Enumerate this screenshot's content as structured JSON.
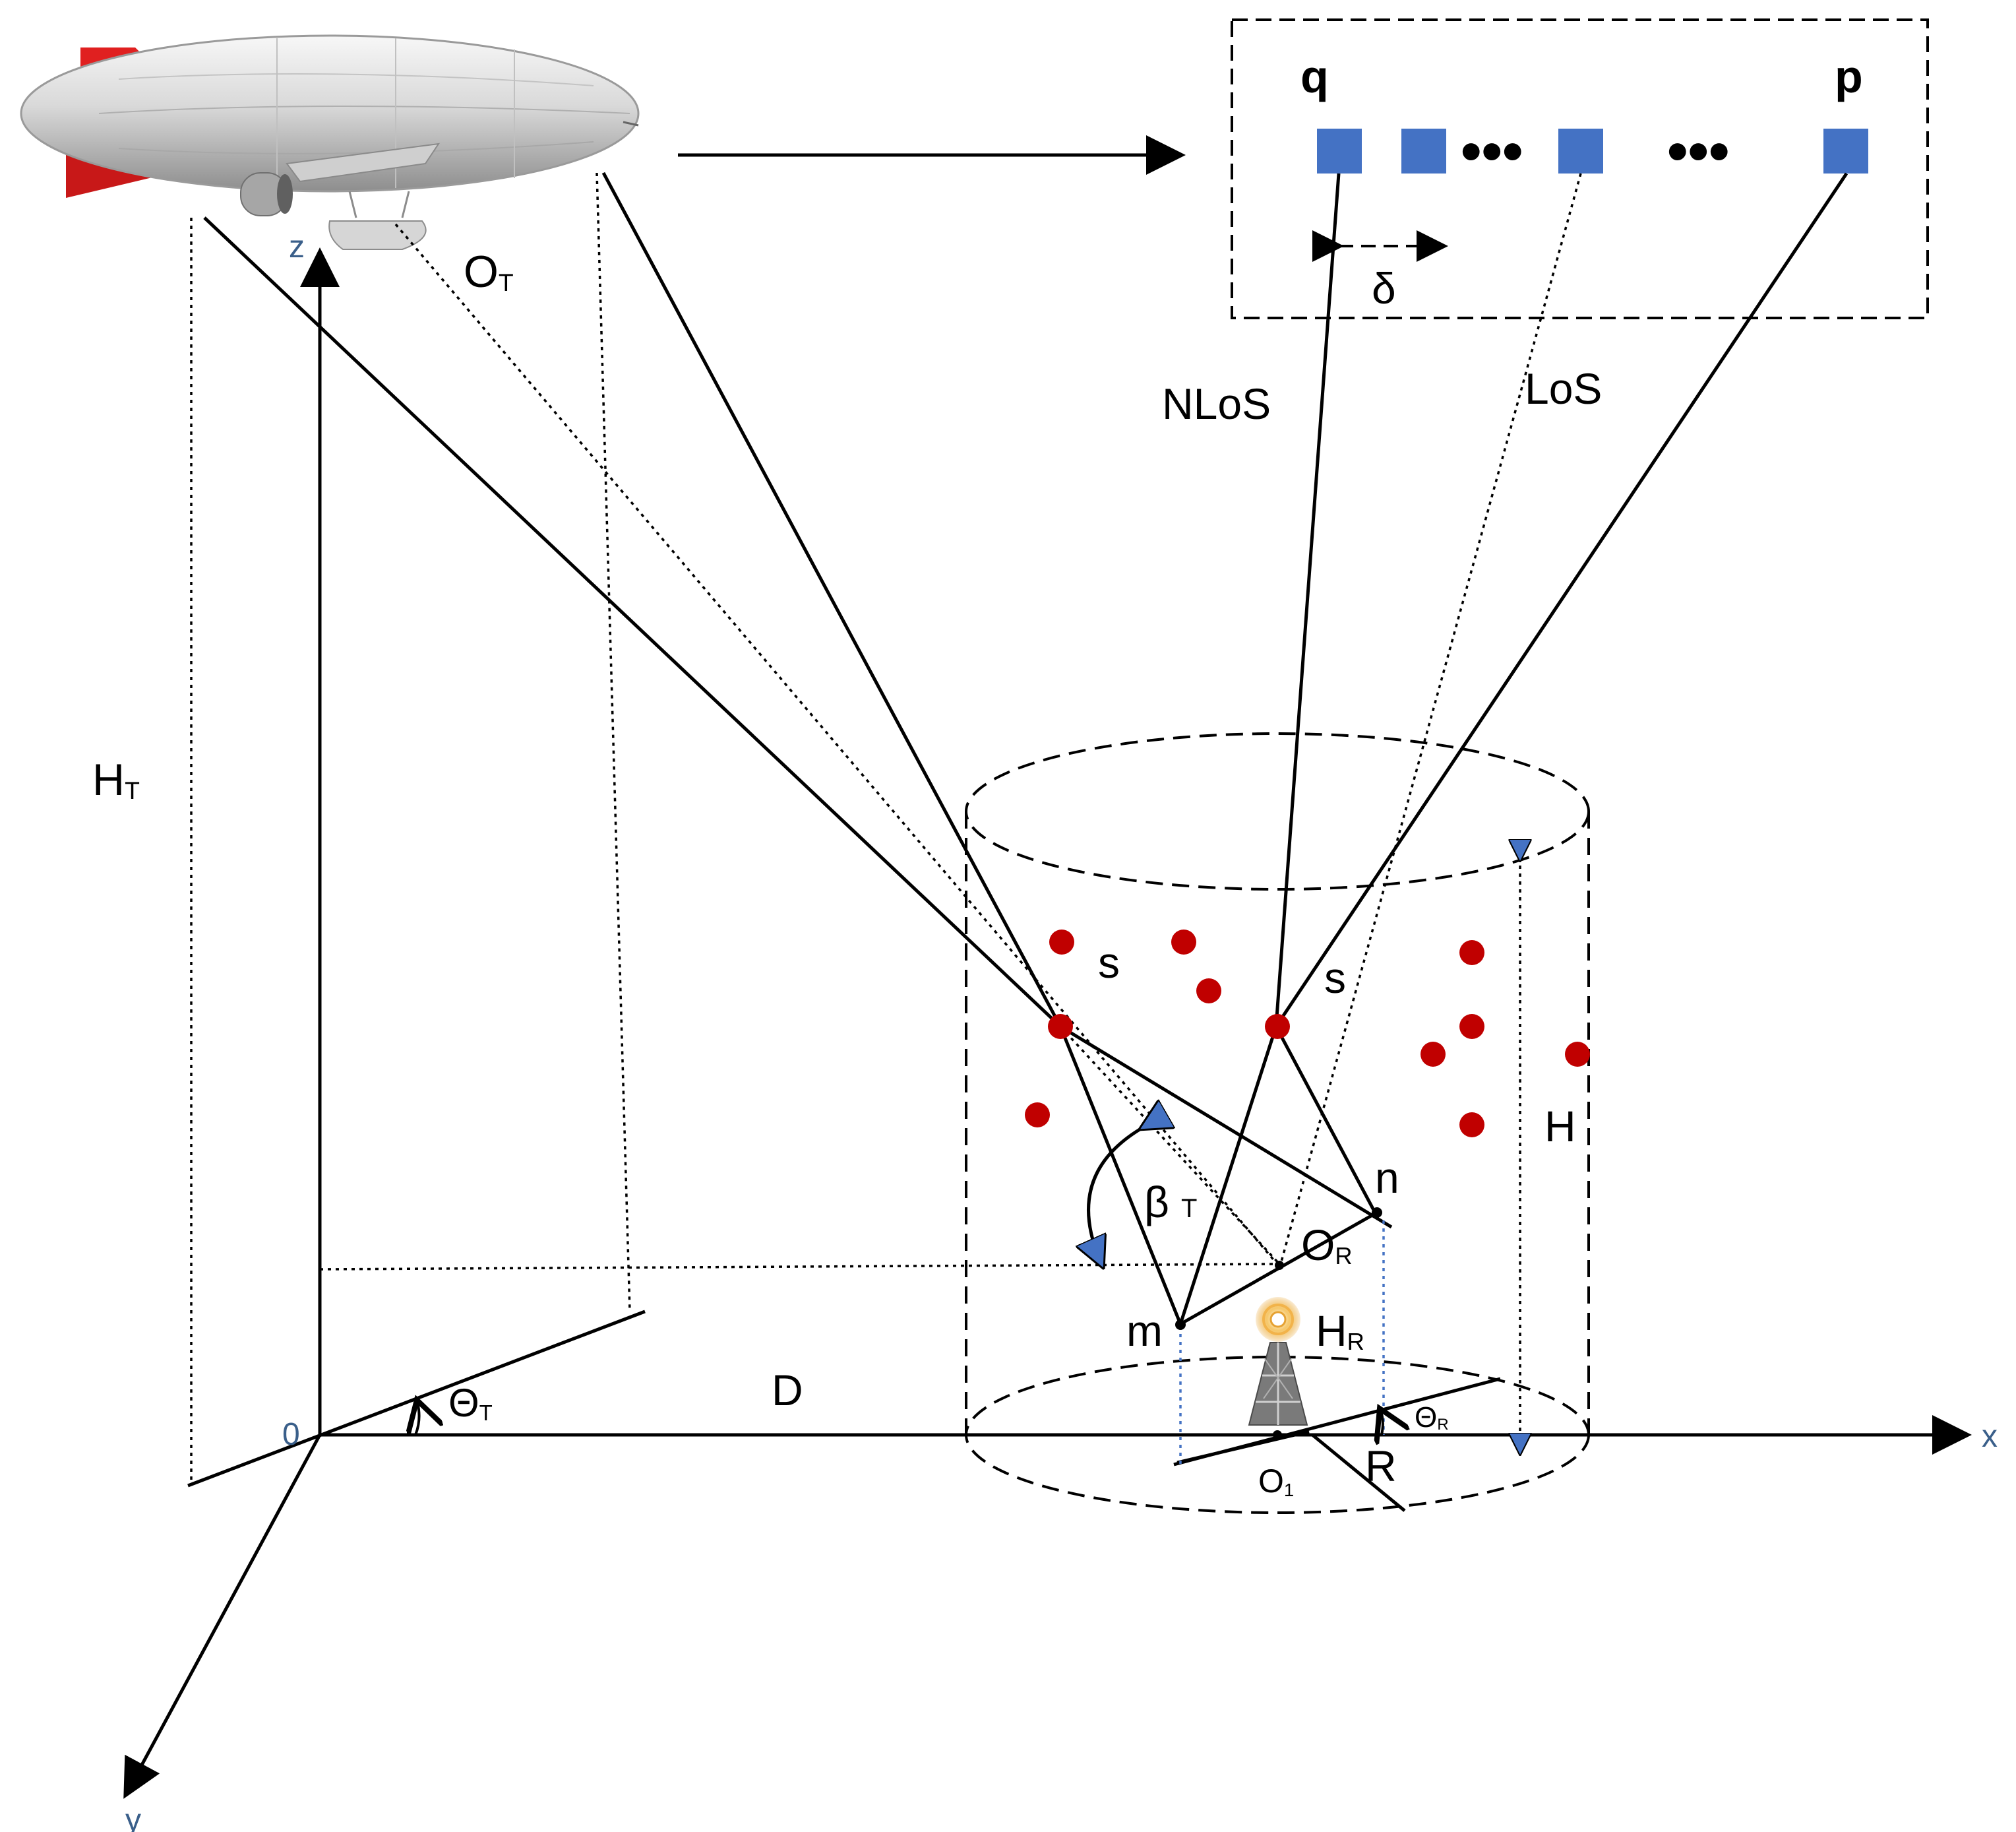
{
  "colors": {
    "axis_label": "#3a5f8a",
    "scatterer": "#c00000",
    "antenna_element": "#4472c4",
    "projection_line": "#4472c4",
    "line": "#000000"
  },
  "icons": {
    "airship": "airship-icon",
    "base_station": "base-station-tower-icon"
  },
  "axes": {
    "origin": "0",
    "x": "x",
    "y": "y",
    "z": "z"
  },
  "labels": {
    "O_T": {
      "main": "O",
      "sub": "T"
    },
    "H_T": {
      "main": "H",
      "sub": "T"
    },
    "theta_T": {
      "main": "Θ",
      "sub": "T"
    },
    "D": "D",
    "NLoS": "NLoS",
    "LoS": "LoS",
    "s_left": "s",
    "s_right": "s",
    "H": "H",
    "n": "n",
    "m": "m",
    "O_R": {
      "main": "O",
      "sub": "R"
    },
    "H_R": {
      "main": "H",
      "sub": "R"
    },
    "beta_T": {
      "main": "β",
      "sub": "T"
    },
    "theta_R": {
      "main": "Θ",
      "sub": "R"
    },
    "R": "R",
    "O_1": {
      "main": "O",
      "sub": "1"
    }
  },
  "array": {
    "q": "q",
    "p": "p",
    "dots_1": "•••",
    "dots_2": "•••",
    "delta": "δ"
  }
}
